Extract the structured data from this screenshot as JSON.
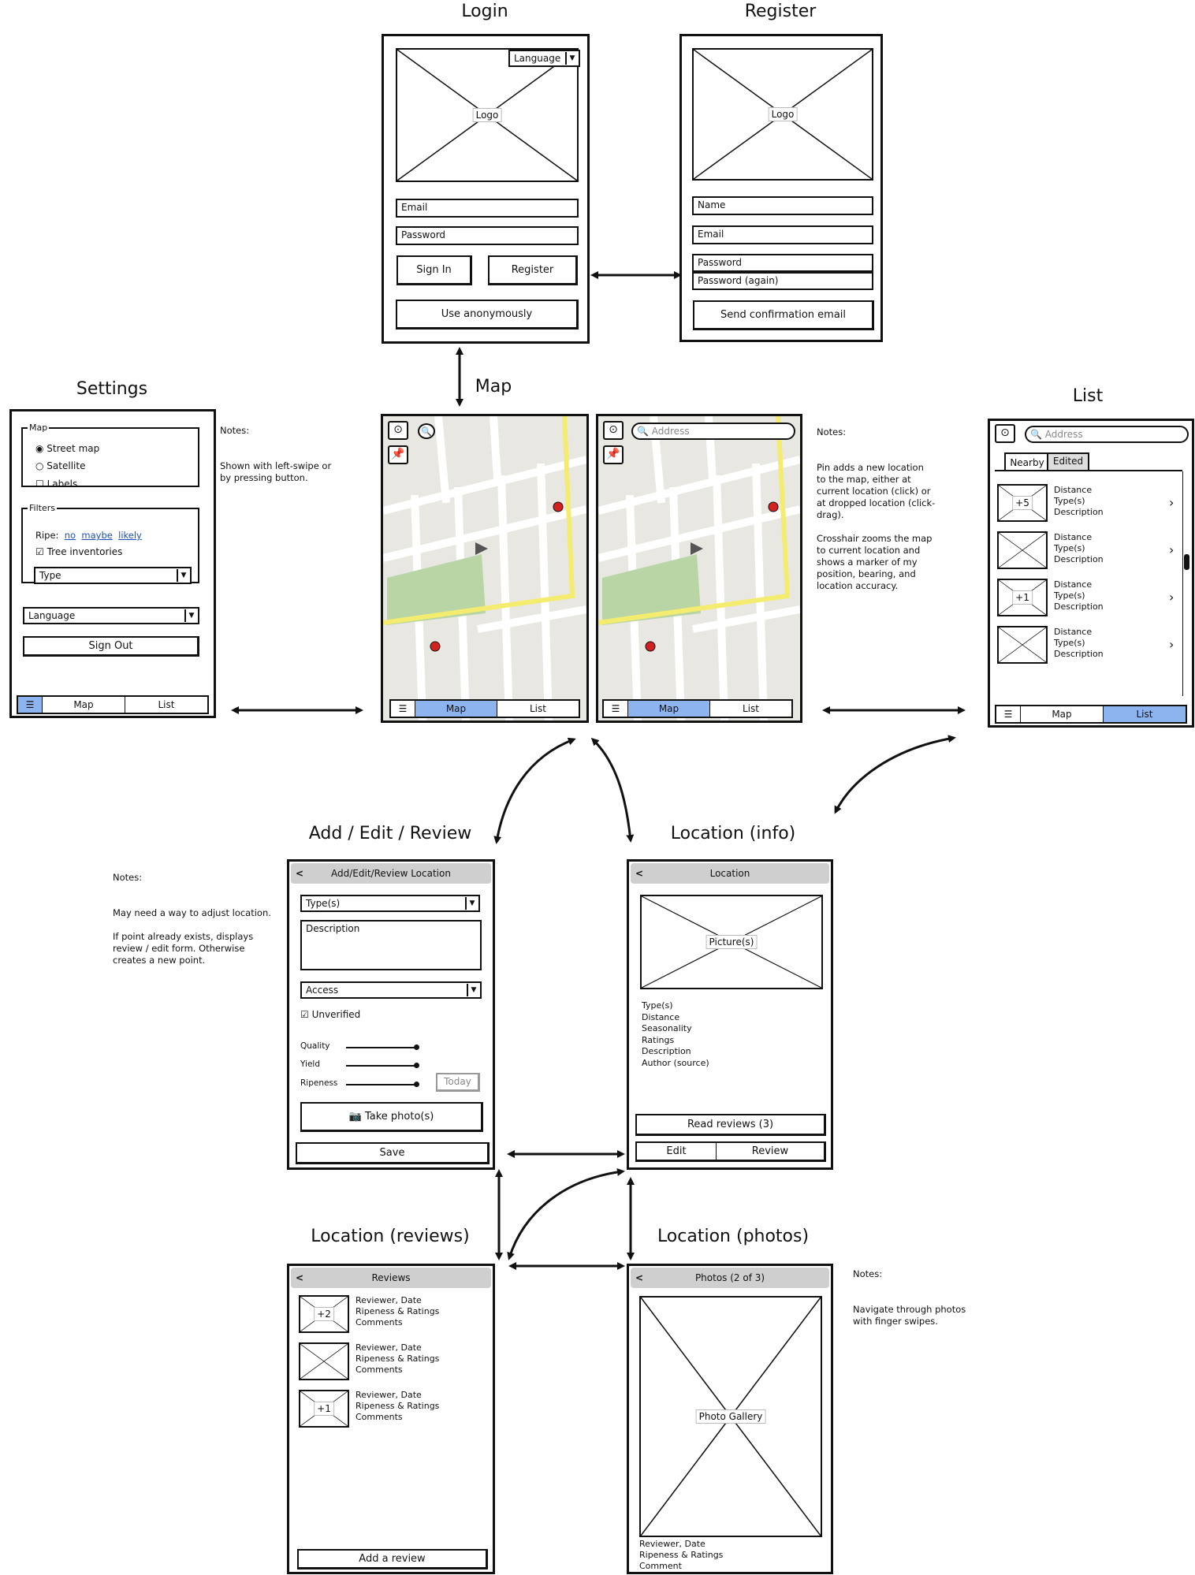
{
  "login": {
    "title": "Login",
    "language": "Language",
    "logo": "Logo",
    "email": "Email",
    "password": "Password",
    "signin": "Sign In",
    "register": "Register",
    "anon": "Use anonymously"
  },
  "register": {
    "title": "Register",
    "logo": "Logo",
    "name": "Name",
    "email": "Email",
    "password": "Password",
    "password_again": "Password (again)",
    "send": "Send confirmation email"
  },
  "settings": {
    "title": "Settings",
    "map_group": "Map",
    "street": "Street map",
    "satellite": "Satellite",
    "labels": "Labels",
    "filters_group": "Filters",
    "ripe": "Ripe:",
    "no": "no",
    "maybe": "maybe",
    "likely": "likely",
    "tree": "Tree inventories",
    "type": "Type",
    "language": "Language",
    "signout": "Sign Out",
    "tab_map": "Map",
    "tab_list": "List"
  },
  "settings_notes": {
    "heading": "Notes:",
    "body": "Shown with left-swipe or\nby pressing  button."
  },
  "map": {
    "title": "Map",
    "tab_map": "Map",
    "tab_list": "List",
    "address": "Address"
  },
  "map_notes": {
    "heading": "Notes:",
    "body": "Pin adds a new location\nto the map, either at\ncurrent location (click) or\nat dropped location (click-\ndrag).\n\nCrosshair zooms the map\nto current location and\nshows a marker of my\nposition, bearing, and\nlocation accuracy."
  },
  "list": {
    "title": "List",
    "address": "Address",
    "tab_nearby": "Nearby",
    "tab_edited": "Edited",
    "tab_map": "Map",
    "tab_list": "List",
    "items": [
      {
        "badge": "+5",
        "l1": "Distance",
        "l2": "Type(s)",
        "l3": "Description"
      },
      {
        "badge": "",
        "l1": "Distance",
        "l2": "Type(s)",
        "l3": "Description"
      },
      {
        "badge": "+1",
        "l1": "Distance",
        "l2": "Type(s)",
        "l3": "Description"
      },
      {
        "badge": "",
        "l1": "Distance",
        "l2": "Type(s)",
        "l3": "Description"
      }
    ]
  },
  "add": {
    "title": "Add / Edit / Review",
    "header": "Add/Edit/Review Location",
    "types": "Type(s)",
    "description": "Description",
    "access": "Access",
    "unverified": "Unverified",
    "quality": "Quality",
    "yield": "Yield",
    "ripeness": "Ripeness",
    "today": "Today",
    "photo": "Take photo(s)",
    "save": "Save"
  },
  "add_notes": {
    "heading": "Notes:",
    "body": "May need a way to adjust location.\n\nIf point already exists, displays\nreview / edit form. Otherwise\ncreates a new point."
  },
  "info": {
    "title": "Location (info)",
    "header": "Location",
    "picture": "Picture(s)",
    "details": "Type(s)\nDistance\nSeasonality\nRatings\nDescription\nAuthor (source)",
    "read_reviews": "Read reviews (3)",
    "edit": "Edit",
    "review": "Review"
  },
  "reviews": {
    "title": "Location (reviews)",
    "header": "Reviews",
    "items": [
      {
        "badge": "+2",
        "l1": "Reviewer, Date",
        "l2": "Ripeness & Ratings",
        "l3": "Comments"
      },
      {
        "badge": "",
        "l1": "Reviewer, Date",
        "l2": "Ripeness & Ratings",
        "l3": "Comments"
      },
      {
        "badge": "+1",
        "l1": "Reviewer, Date",
        "l2": "Ripeness & Ratings",
        "l3": "Comments"
      }
    ],
    "add": "Add a review"
  },
  "photos": {
    "title": "Location (photos)",
    "header": "Photos (2 of 3)",
    "gallery": "Photo Gallery",
    "caption": "Reviewer, Date\nRipeness & Ratings\nComment"
  },
  "photos_notes": {
    "heading": "Notes:",
    "body": "Navigate through photos\nwith finger swipes."
  }
}
